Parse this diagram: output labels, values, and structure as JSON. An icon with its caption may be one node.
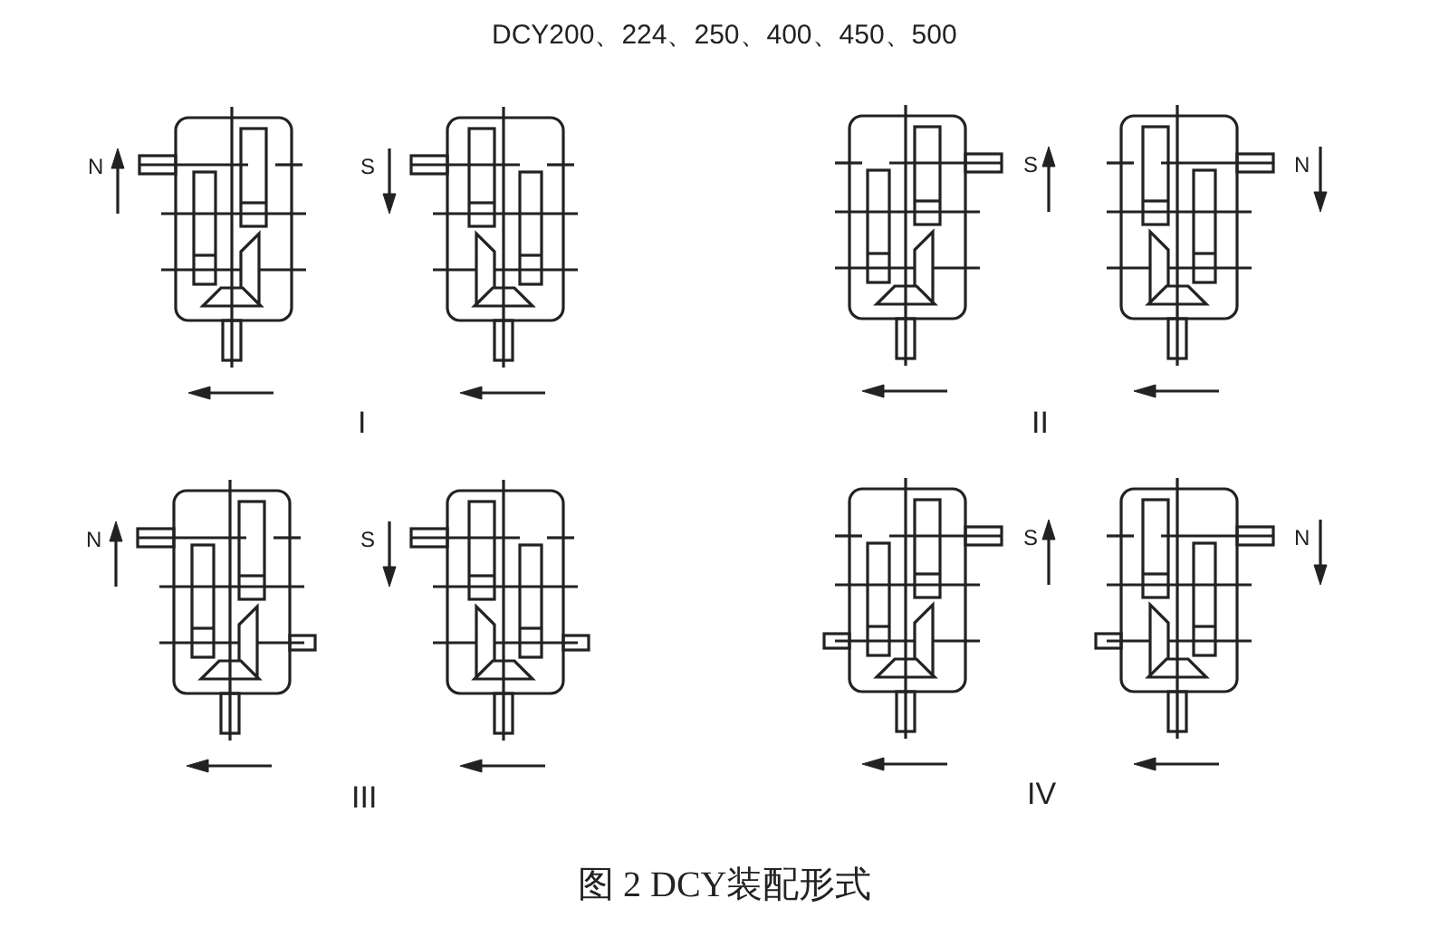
{
  "diagram": {
    "title": "DCY200、224、250、400、450、500",
    "caption": "图 2 DCY装配形式",
    "labels": [
      "N",
      "S",
      "S",
      "N",
      "I",
      "II",
      "N",
      "S",
      "S",
      "N",
      "III",
      "IV"
    ]
  }
}
